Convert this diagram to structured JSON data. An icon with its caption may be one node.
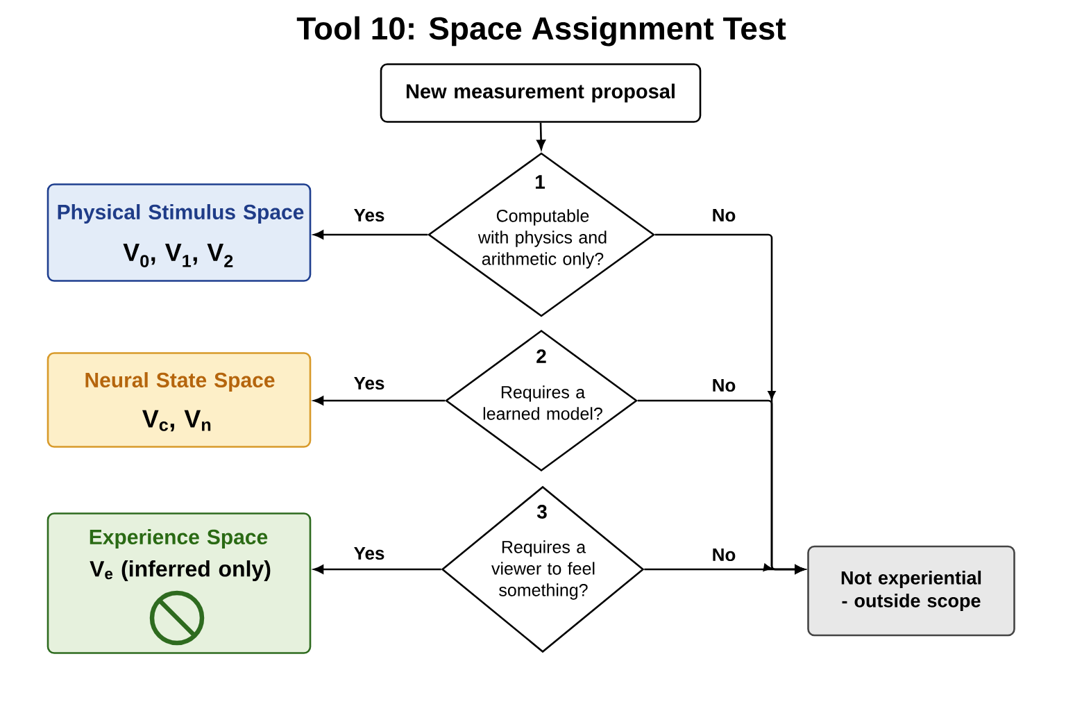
{
  "diagram": {
    "title": "Tool 10: Space Assignment Test",
    "nodes": [
      {
        "text": [
          "New measurement proposal"
        ]
      },
      {
        "text": [
          "1",
          "Computable with physics and arithmetic only?"
        ]
      },
      {
        "text": [
          "2",
          "Requires a learned model?"
        ]
      },
      {
        "text": [
          "3",
          "Requires a viewer to feel something?"
        ]
      },
      {
        "text": [
          "Physical Stimulus Space",
          "V$_{0}$, V$_{1}$, V$_{2}$"
        ]
      },
      {
        "text": [
          "Neural State Space",
          "V$_{c}$, V$_{n}$"
        ]
      },
      {
        "text": [
          "Experience Space",
          "V$_{e}$ (inferred only)"
        ]
      },
      {
        "text": [
          "Not experiential - outside scope"
        ]
      }
    ],
    "edges": [
      {
        "from": 0,
        "to": 1,
        "arrow": "to"
      },
      {
        "from": 1,
        "to": 4,
        "arrow": "to",
        "label": "Yes"
      },
      {
        "from": 1,
        "to": 7,
        "arrow": "to",
        "label": "No"
      },
      {
        "from": 2,
        "to": 5,
        "arrow": "to",
        "label": "Yes"
      },
      {
        "from": 2,
        "to": 7,
        "arrow": "to",
        "label": "No"
      },
      {
        "from": 3,
        "to": 6,
        "arrow": "to",
        "label": "Yes"
      },
      {
        "from": 3,
        "to": 7,
        "arrow": "to",
        "label": "No"
      }
    ]
  }
}
